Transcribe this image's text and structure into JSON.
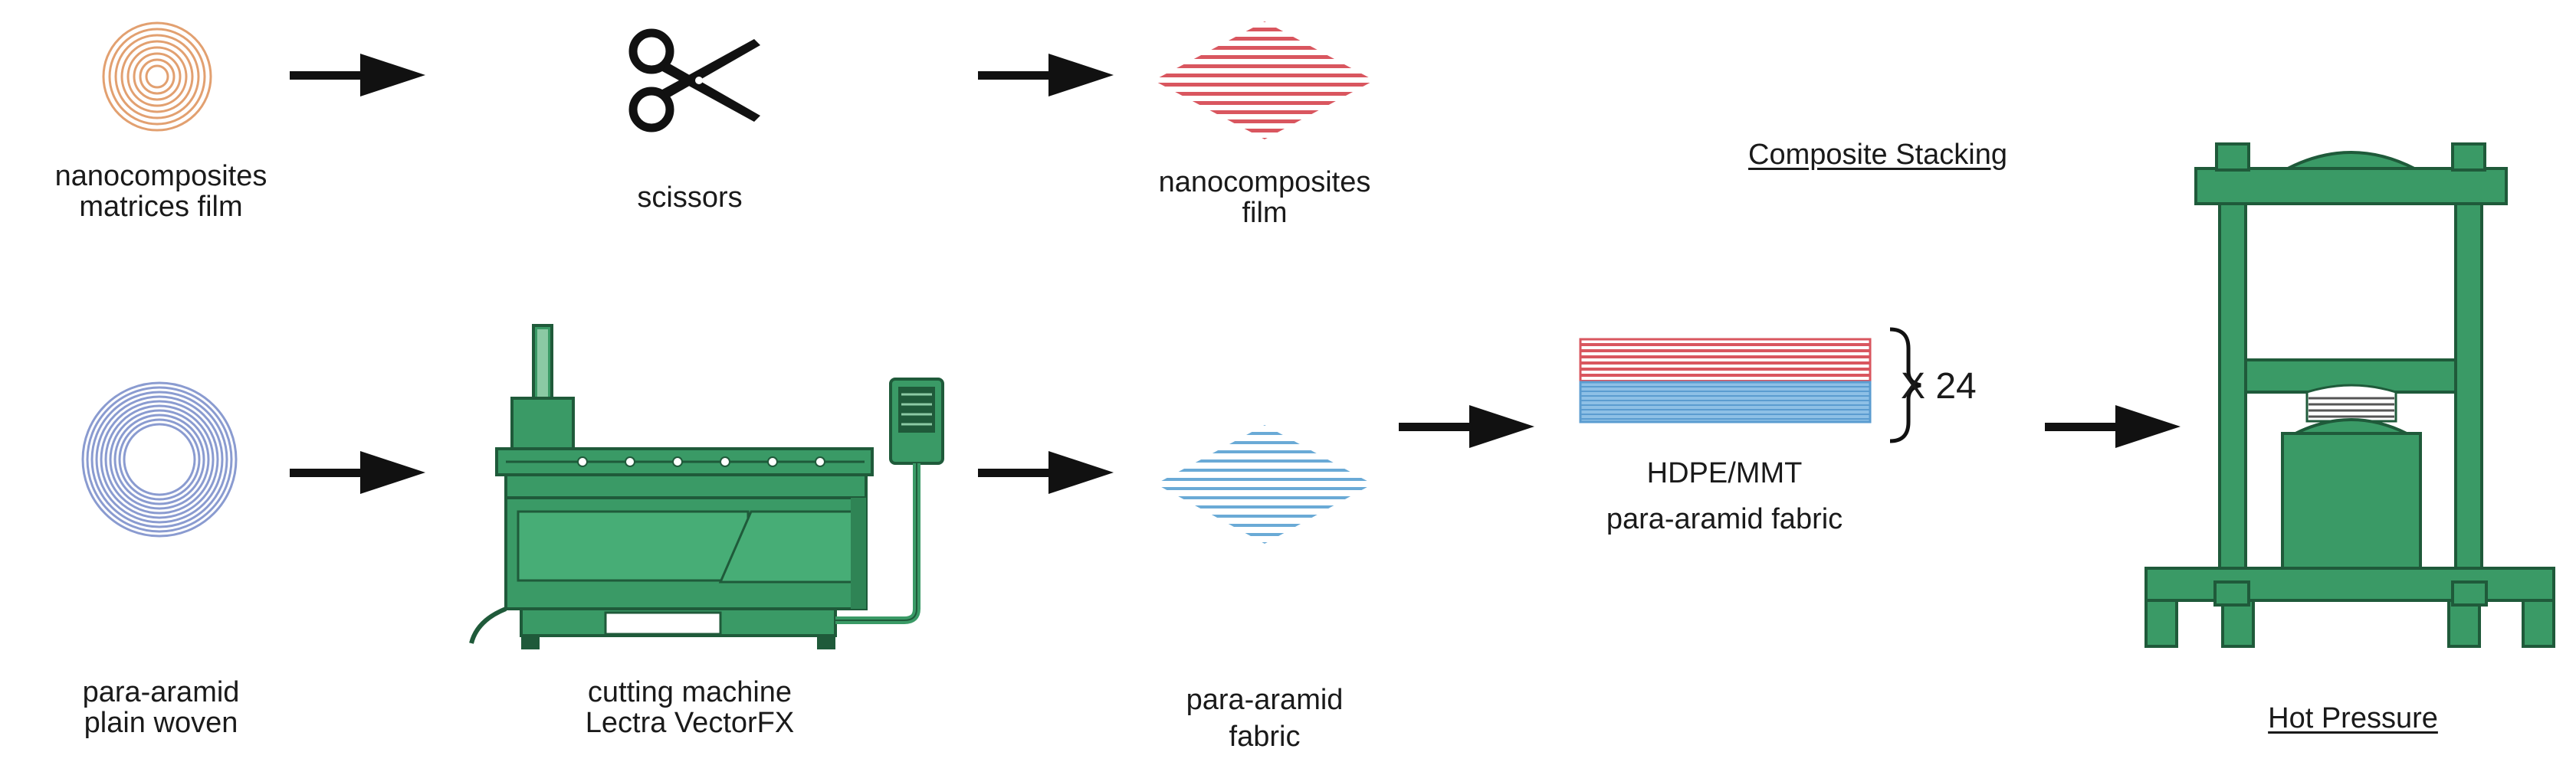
{
  "colors": {
    "machine_green": "#3a9a66",
    "machine_dark": "#1f5a3a",
    "film_red": "#d9565f",
    "fabric_blue": "#6aaad6",
    "matrix_orange": "#e2a070",
    "woven_blue": "#8a9bd0",
    "arrow": "#111111"
  },
  "labels": {
    "matrix_film_line1": "nanocomposites",
    "matrix_film_line2": "matrices film",
    "scissors": "scissors",
    "nano_film_line1": "nanocomposites",
    "nano_film_line2": "film",
    "composite_stacking": "Composite Stacking",
    "woven_line1": "para-aramid",
    "woven_line2": "plain woven",
    "cutter_line1": "cutting machine",
    "cutter_line2": "Lectra VectorFX",
    "fabric_line1": "para-aramid",
    "fabric_line2": "fabric",
    "stack_top": "HDPE/MMT",
    "stack_bottom": "para-aramid fabric",
    "repeat": "X 24",
    "hot_pressure": "Hot Pressure"
  },
  "icons": [
    "scissors-icon",
    "arrow-icon",
    "cutting-machine-icon",
    "hot-press-icon"
  ]
}
